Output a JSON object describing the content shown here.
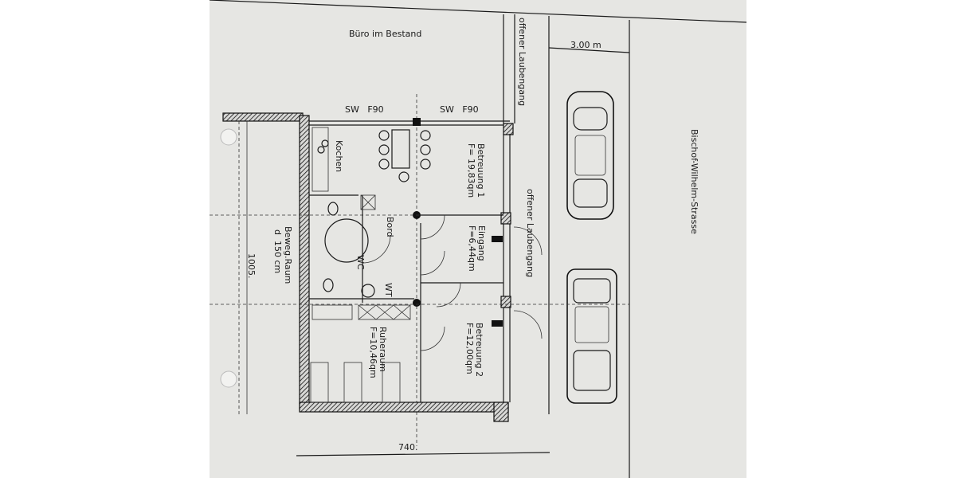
{
  "plan": {
    "existing_office": "Büro im Bestand",
    "wall_labels": [
      "SW   F90",
      "SW   F90"
    ],
    "walkway_top": "offener Laubengang",
    "walkway_side": "offener Laubengang",
    "parking_width": "3.00 m",
    "street": "Bischof-Wilhelm-Strasse",
    "rooms": {
      "kitchen": "Kochen",
      "care1_name": "Betreuung 1",
      "care1_area": "F= 19,83qm",
      "entrance_name": "Eingang",
      "entrance_area": "F=6,44qm",
      "shelf": "Bord",
      "wc": "WC",
      "washtable": "WT",
      "rest_name": "Ruheraum",
      "rest_area": "F=10,46qm",
      "care2_name": "Betreuung 2",
      "care2_area": "F=12,00qm"
    },
    "movement_space": "Beweg.Raum",
    "movement_diameter": "d  150 cm",
    "dim_height": "1005.",
    "dim_width": "740."
  },
  "colors": {
    "paper": "#e6e6e3",
    "ink": "#1a1a1a"
  }
}
